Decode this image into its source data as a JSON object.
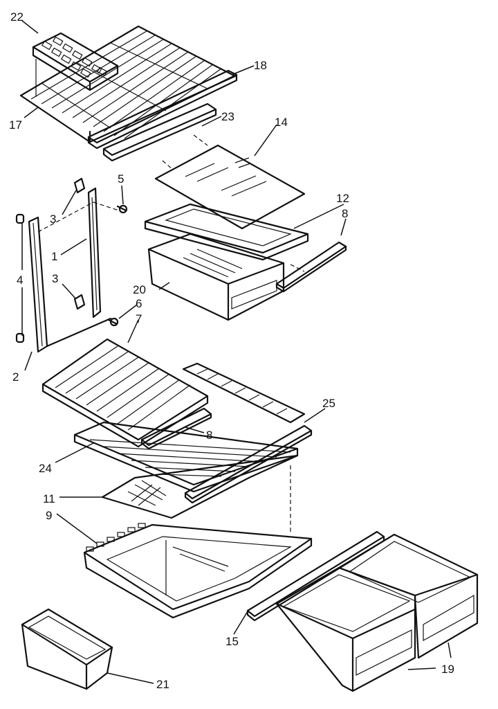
{
  "callouts": [
    {
      "id": "c22",
      "text": "22"
    },
    {
      "id": "c18",
      "text": "18"
    },
    {
      "id": "c17",
      "text": "17"
    },
    {
      "id": "c23",
      "text": "23"
    },
    {
      "id": "c14",
      "text": "14"
    },
    {
      "id": "c5",
      "text": "5"
    },
    {
      "id": "c3a",
      "text": "3"
    },
    {
      "id": "c12",
      "text": "12"
    },
    {
      "id": "c8a",
      "text": "8"
    },
    {
      "id": "c1",
      "text": "1"
    },
    {
      "id": "c4",
      "text": "4"
    },
    {
      "id": "c3b",
      "text": "3"
    },
    {
      "id": "c20",
      "text": "20"
    },
    {
      "id": "c6",
      "text": "6"
    },
    {
      "id": "c7",
      "text": "7"
    },
    {
      "id": "c2",
      "text": "2"
    },
    {
      "id": "c25",
      "text": "25"
    },
    {
      "id": "c8b",
      "text": "8"
    },
    {
      "id": "c24",
      "text": "24"
    },
    {
      "id": "c11",
      "text": "11"
    },
    {
      "id": "c9",
      "text": "9"
    },
    {
      "id": "c15",
      "text": "15"
    },
    {
      "id": "c19",
      "text": "19"
    },
    {
      "id": "c21",
      "text": "21"
    }
  ]
}
